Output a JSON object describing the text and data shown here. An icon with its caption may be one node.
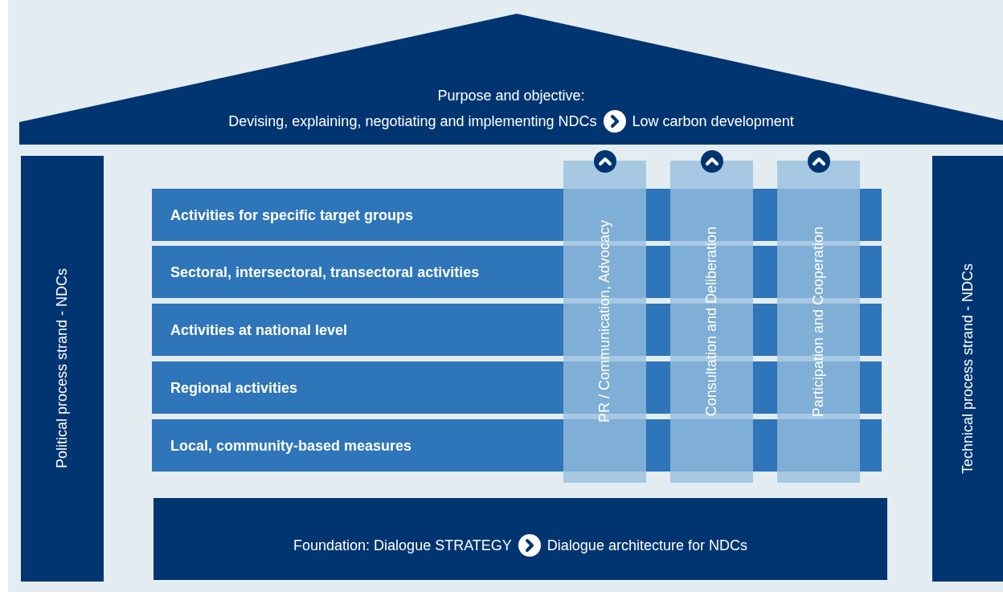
{
  "diagram": {
    "nodes": [
      {
        "text": [
          "Purpose and objective:",
          "Devising, explaining, negotiating and implementing NDCs",
          "Low carbon development"
        ]
      },
      {
        "text": [
          "Political process strand - NDCs"
        ]
      },
      {
        "text": [
          "Technical process strand - NDCs"
        ]
      },
      {
        "text": [
          "Activities for specific target groups"
        ]
      },
      {
        "text": [
          "Sectoral, intersectoral, transectoral activities"
        ]
      },
      {
        "text": [
          "Activities at national level"
        ]
      },
      {
        "text": [
          "Regional activities"
        ]
      },
      {
        "text": [
          "Local, community-based measures"
        ]
      },
      {
        "text": [
          "PR / Communication, Advocacy"
        ]
      },
      {
        "text": [
          "Consultation and Deliberation"
        ]
      },
      {
        "text": [
          "Participation and Cooperation"
        ]
      },
      {
        "text": [
          "Foundation: Dialogue STRATEGY",
          "Dialogue architecture for NDCs"
        ]
      }
    ]
  }
}
